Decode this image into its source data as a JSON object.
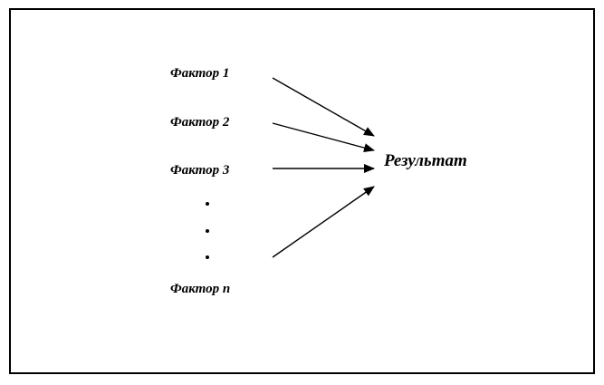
{
  "diagram": {
    "factors": [
      {
        "label": "Фактор 1"
      },
      {
        "label": "Фактор 2"
      },
      {
        "label": "Фактор 3"
      },
      {
        "label": "Фактор n"
      }
    ],
    "result": {
      "label": "Результат"
    },
    "colors": {
      "line": "#000000",
      "border": "#000000",
      "background": "#ffffff"
    }
  }
}
